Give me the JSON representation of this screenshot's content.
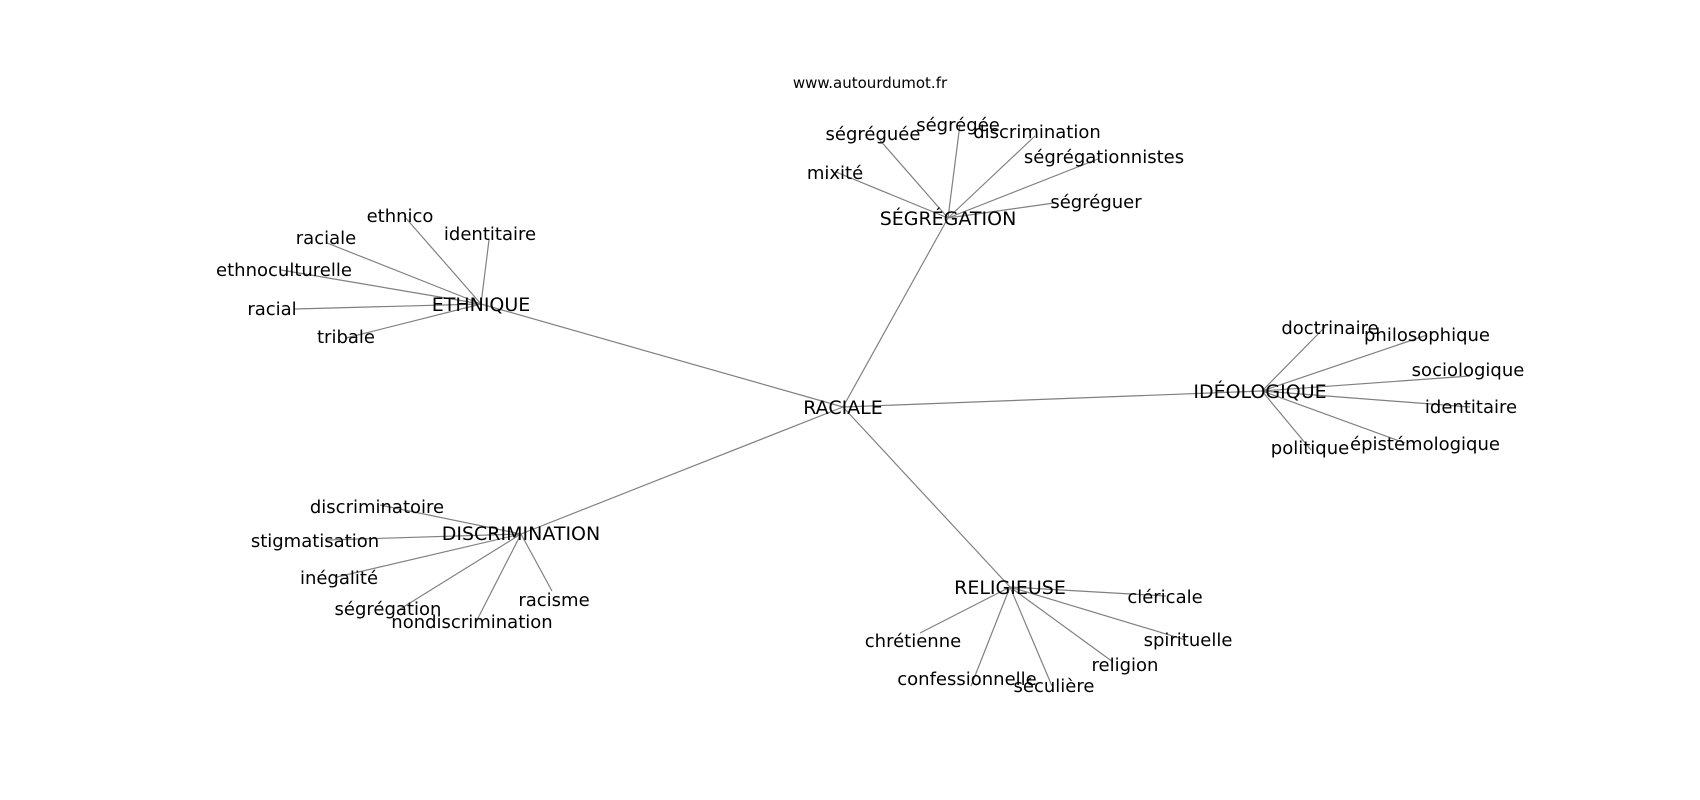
{
  "source": "www.autourdumot.fr",
  "root": "RACIALE",
  "groups": [
    {
      "label": "SÉGRÉGATION",
      "words": [
        "ségrégée",
        "ségréguée",
        "discrimination",
        "ségrégationnistes",
        "mixité",
        "ségréguer"
      ]
    },
    {
      "label": "ETHNIQUE",
      "words": [
        "ethnico",
        "raciale",
        "identitaire",
        "ethnoculturelle",
        "racial",
        "tribale"
      ]
    },
    {
      "label": "IDÉOLOGIQUE",
      "words": [
        "doctrinaire",
        "philosophique",
        "sociologique",
        "identitaire",
        "politique",
        "épistémologique"
      ]
    },
    {
      "label": "DISCRIMINATION",
      "words": [
        "discriminatoire",
        "stigmatisation",
        "inégalité",
        "racisme",
        "ségrégation",
        "nondiscrimination"
      ]
    },
    {
      "label": "RELIGIEUSE",
      "words": [
        "cléricale",
        "spirituelle",
        "religion",
        "séculière",
        "confessionnelle",
        "chrétienne"
      ]
    }
  ]
}
